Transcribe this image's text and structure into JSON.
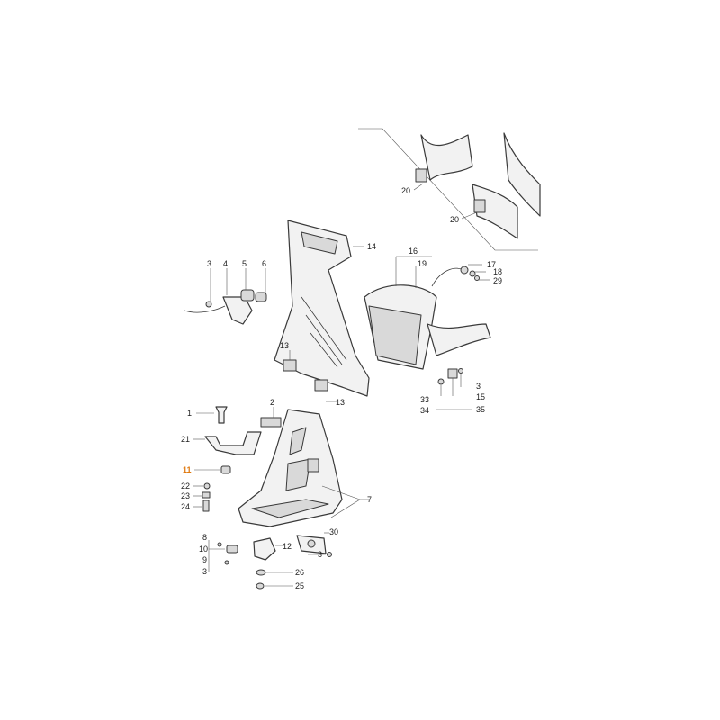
{
  "labels": {
    "l20a": "20",
    "l20b": "20",
    "l3a": "3",
    "l4": "4",
    "l5": "5",
    "l6": "6",
    "l14": "14",
    "l16": "16",
    "l19": "19",
    "l17": "17",
    "l18": "18",
    "l29": "29",
    "l13a": "13",
    "l13b": "13",
    "l3b": "3",
    "l33": "33",
    "l15": "15",
    "l34": "34",
    "l35": "35",
    "l1": "1",
    "l2": "2",
    "l21": "21",
    "l11": "11",
    "l22": "22",
    "l23": "23",
    "l24": "24",
    "l7": "7",
    "l8": "8",
    "l10": "10",
    "l9": "9",
    "l3c": "3",
    "l12": "12",
    "l30": "30",
    "l3d": "3",
    "l26": "26",
    "l25": "25"
  },
  "colors": {
    "highlight": "#e07a10",
    "line": "#3a3a3a"
  }
}
